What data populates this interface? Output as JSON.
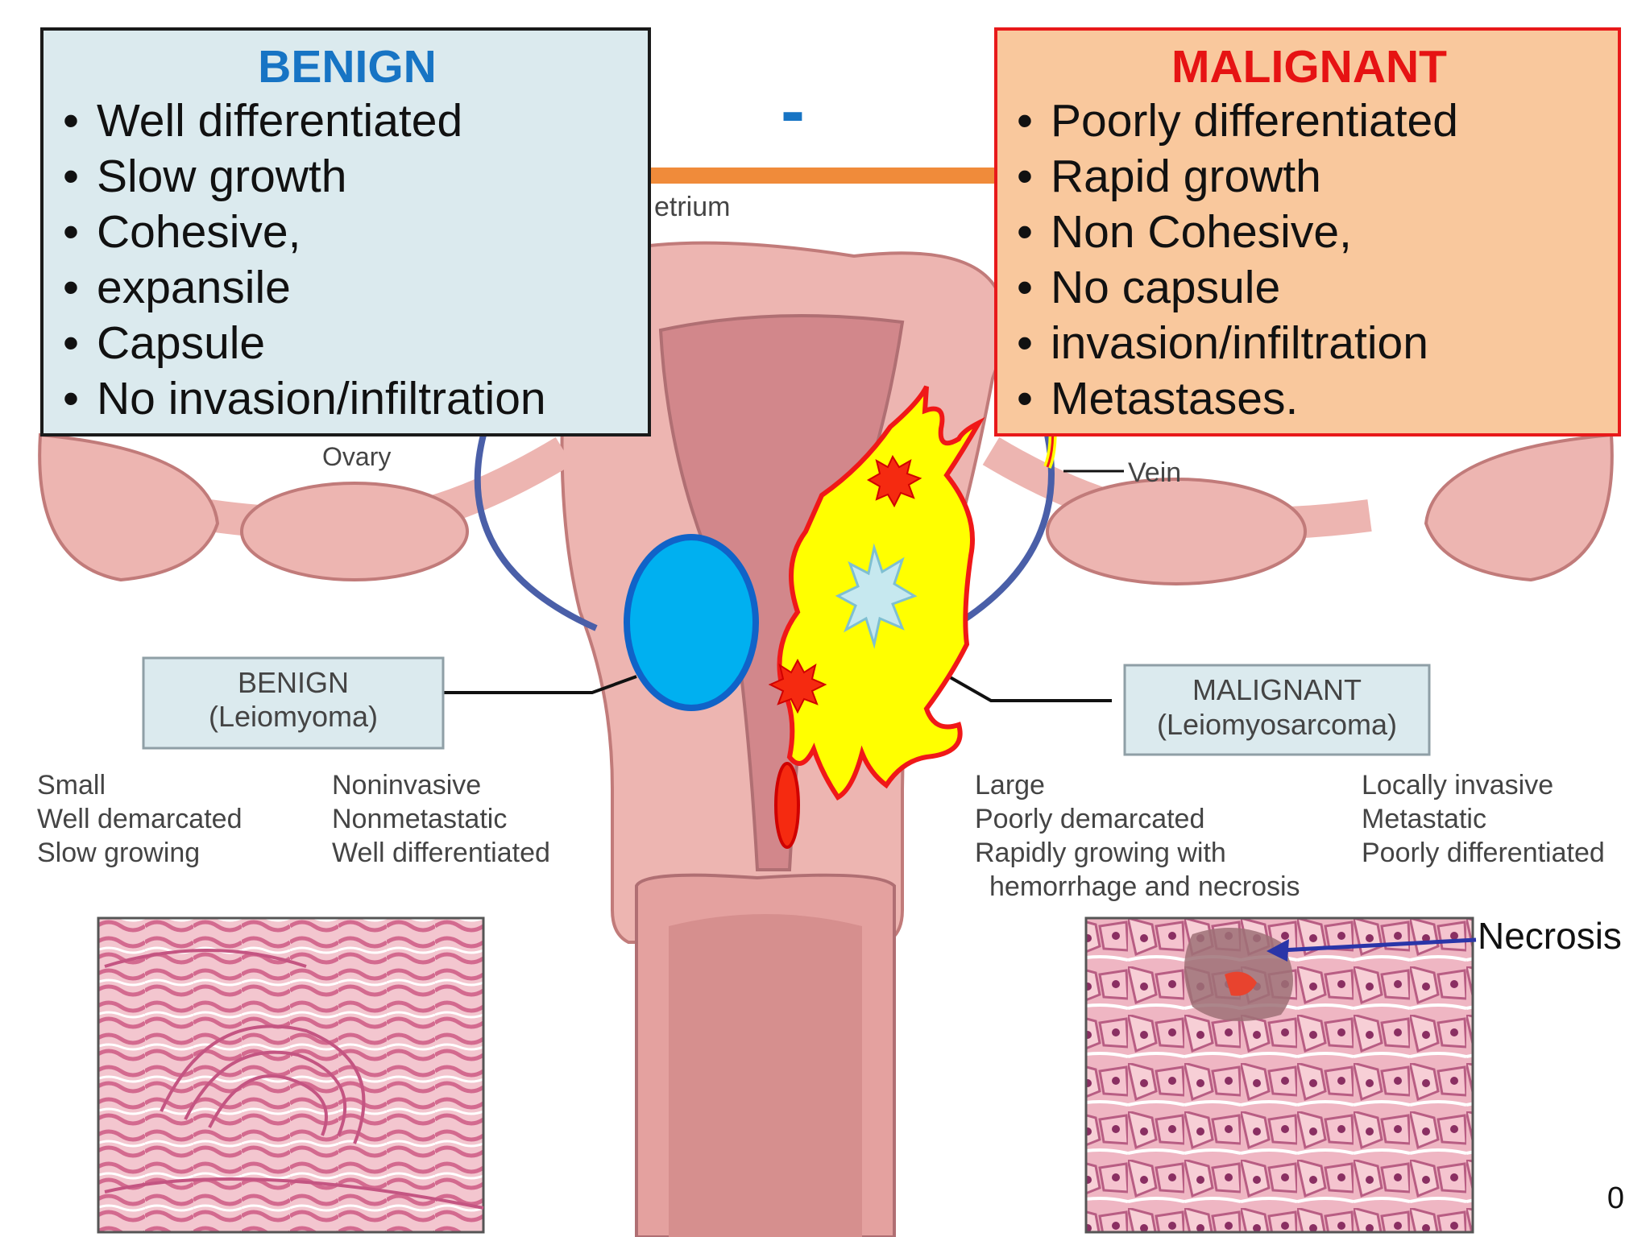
{
  "benign_box": {
    "title": "BENIGN",
    "items": [
      "Well differentiated",
      "Slow growth",
      "Cohesive,",
      "expansile",
      "Capsule",
      "No invasion/infiltration"
    ]
  },
  "malignant_box": {
    "title": "MALIGNANT",
    "items": [
      "Poorly differentiated",
      "Rapid growth",
      "Non Cohesive,",
      "No capsule",
      "invasion/infiltration",
      "Metastases."
    ]
  },
  "bullet": "•",
  "center_dash": "-",
  "diagram": {
    "label_endometrium": "etrium",
    "label_ovary": "Ovary",
    "label_vein": "Vein",
    "benign_label": {
      "line1": "BENIGN",
      "line2": "(Leiomyoma)"
    },
    "malignant_label": {
      "line1": "MALIGNANT",
      "line2": "(Leiomyosarcoma)"
    },
    "benign_features_col1": [
      "Small",
      "Well demarcated",
      "Slow growing"
    ],
    "benign_features_col2": [
      "Noninvasive",
      "Nonmetastatic",
      "Well differentiated"
    ],
    "malignant_features_col1": [
      "Large",
      "Poorly demarcated",
      "Rapidly growing with",
      "hemorrhage and necrosis"
    ],
    "malignant_features_col2": [
      "Locally invasive",
      "Metastatic",
      "Poorly differentiated"
    ],
    "necrosis_label": "Necrosis"
  },
  "page_number": "0",
  "colors": {
    "benign_title": "#1774c4",
    "malignant_title": "#e61313",
    "benign_box_bg": "#dbeaee",
    "malignant_box_bg": "#f9c89d",
    "tumor_yellow": "#ffff00",
    "benign_tumor_blue": "#00b0f0",
    "tissue_pink": "#e9a9a6"
  },
  "icons": [
    "benign-tumor-shape",
    "malignant-tumor-shape",
    "hemorrhage-starburst",
    "necrosis-starburst",
    "necrosis-arrow"
  ]
}
